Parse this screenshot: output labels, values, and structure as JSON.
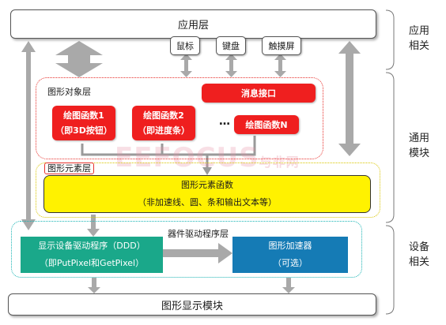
{
  "diagram": {
    "app_layer": "应用层",
    "inputs": [
      "鼠标",
      "键盘",
      "触摸屏"
    ],
    "graphic_object_layer": "图形对象层",
    "message_interface": "消息接口",
    "draw_funcs": [
      {
        "title": "绘图函数1",
        "sub": "（即3D按钮）"
      },
      {
        "title": "绘图函数2",
        "sub": "（即进度条）"
      },
      {
        "title": "绘图函数N",
        "sub": ""
      }
    ],
    "ellipsis": "…",
    "primitive_layer": "图形元素层",
    "primitive_func_title": "图形元素函数",
    "primitive_func_sub": "（非加速线、圆、条和输出文本等）",
    "driver_layer": "器件驱动程序层",
    "ddd_title": "显示设备驱动程序（DDD）",
    "ddd_sub": "（即PutPixel和GetPixel）",
    "accel_title": "图形加速器",
    "accel_sub": "（可选）",
    "display_module": "图形显示模块",
    "side_labels": {
      "app": [
        "应用",
        "相关"
      ],
      "common": [
        "通用",
        "模块"
      ],
      "device": [
        "设备",
        "相关"
      ]
    },
    "watermark": "EEFOCUS",
    "watermark_cn": "与非网",
    "colors": {
      "red": "#ef1f1f",
      "yellow": "#fff200",
      "green": "#1aa88a",
      "blue": "#157bb5",
      "arrow_gray": "#a9a9a9"
    }
  }
}
